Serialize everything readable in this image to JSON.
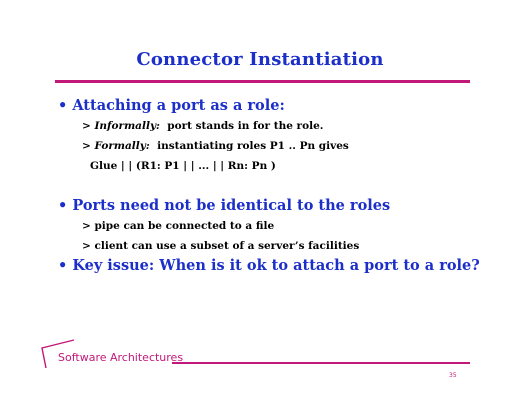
{
  "title": "Connector Instantiation",
  "bullets": [
    {
      "text": "• Attaching a port as a role:",
      "subs": [
        {
          "prefix": "> ",
          "emphasis": "Informally:",
          "text": "  port stands in for the role."
        },
        {
          "prefix": "> ",
          "emphasis": "Formally:",
          "text": "  instantiating roles P1 .. Pn gives"
        },
        {
          "text": "Glue | | (R1: P1 | | ... | | Rn: Pn )"
        }
      ]
    },
    {
      "text": "• Ports need not be identical to the roles",
      "subs": [
        {
          "text": "> pipe can be connected to a file"
        },
        {
          "text": "> client can use a subset of a server’s facilities"
        }
      ]
    },
    {
      "text": "• Key issue: When is it ok to attach a port to a role?"
    }
  ],
  "footer": {
    "label": "Software Architectures",
    "page_number": "35"
  },
  "colors": {
    "title": "#1c2fc8",
    "accent": "#c2187a",
    "body_text": "#000000"
  }
}
